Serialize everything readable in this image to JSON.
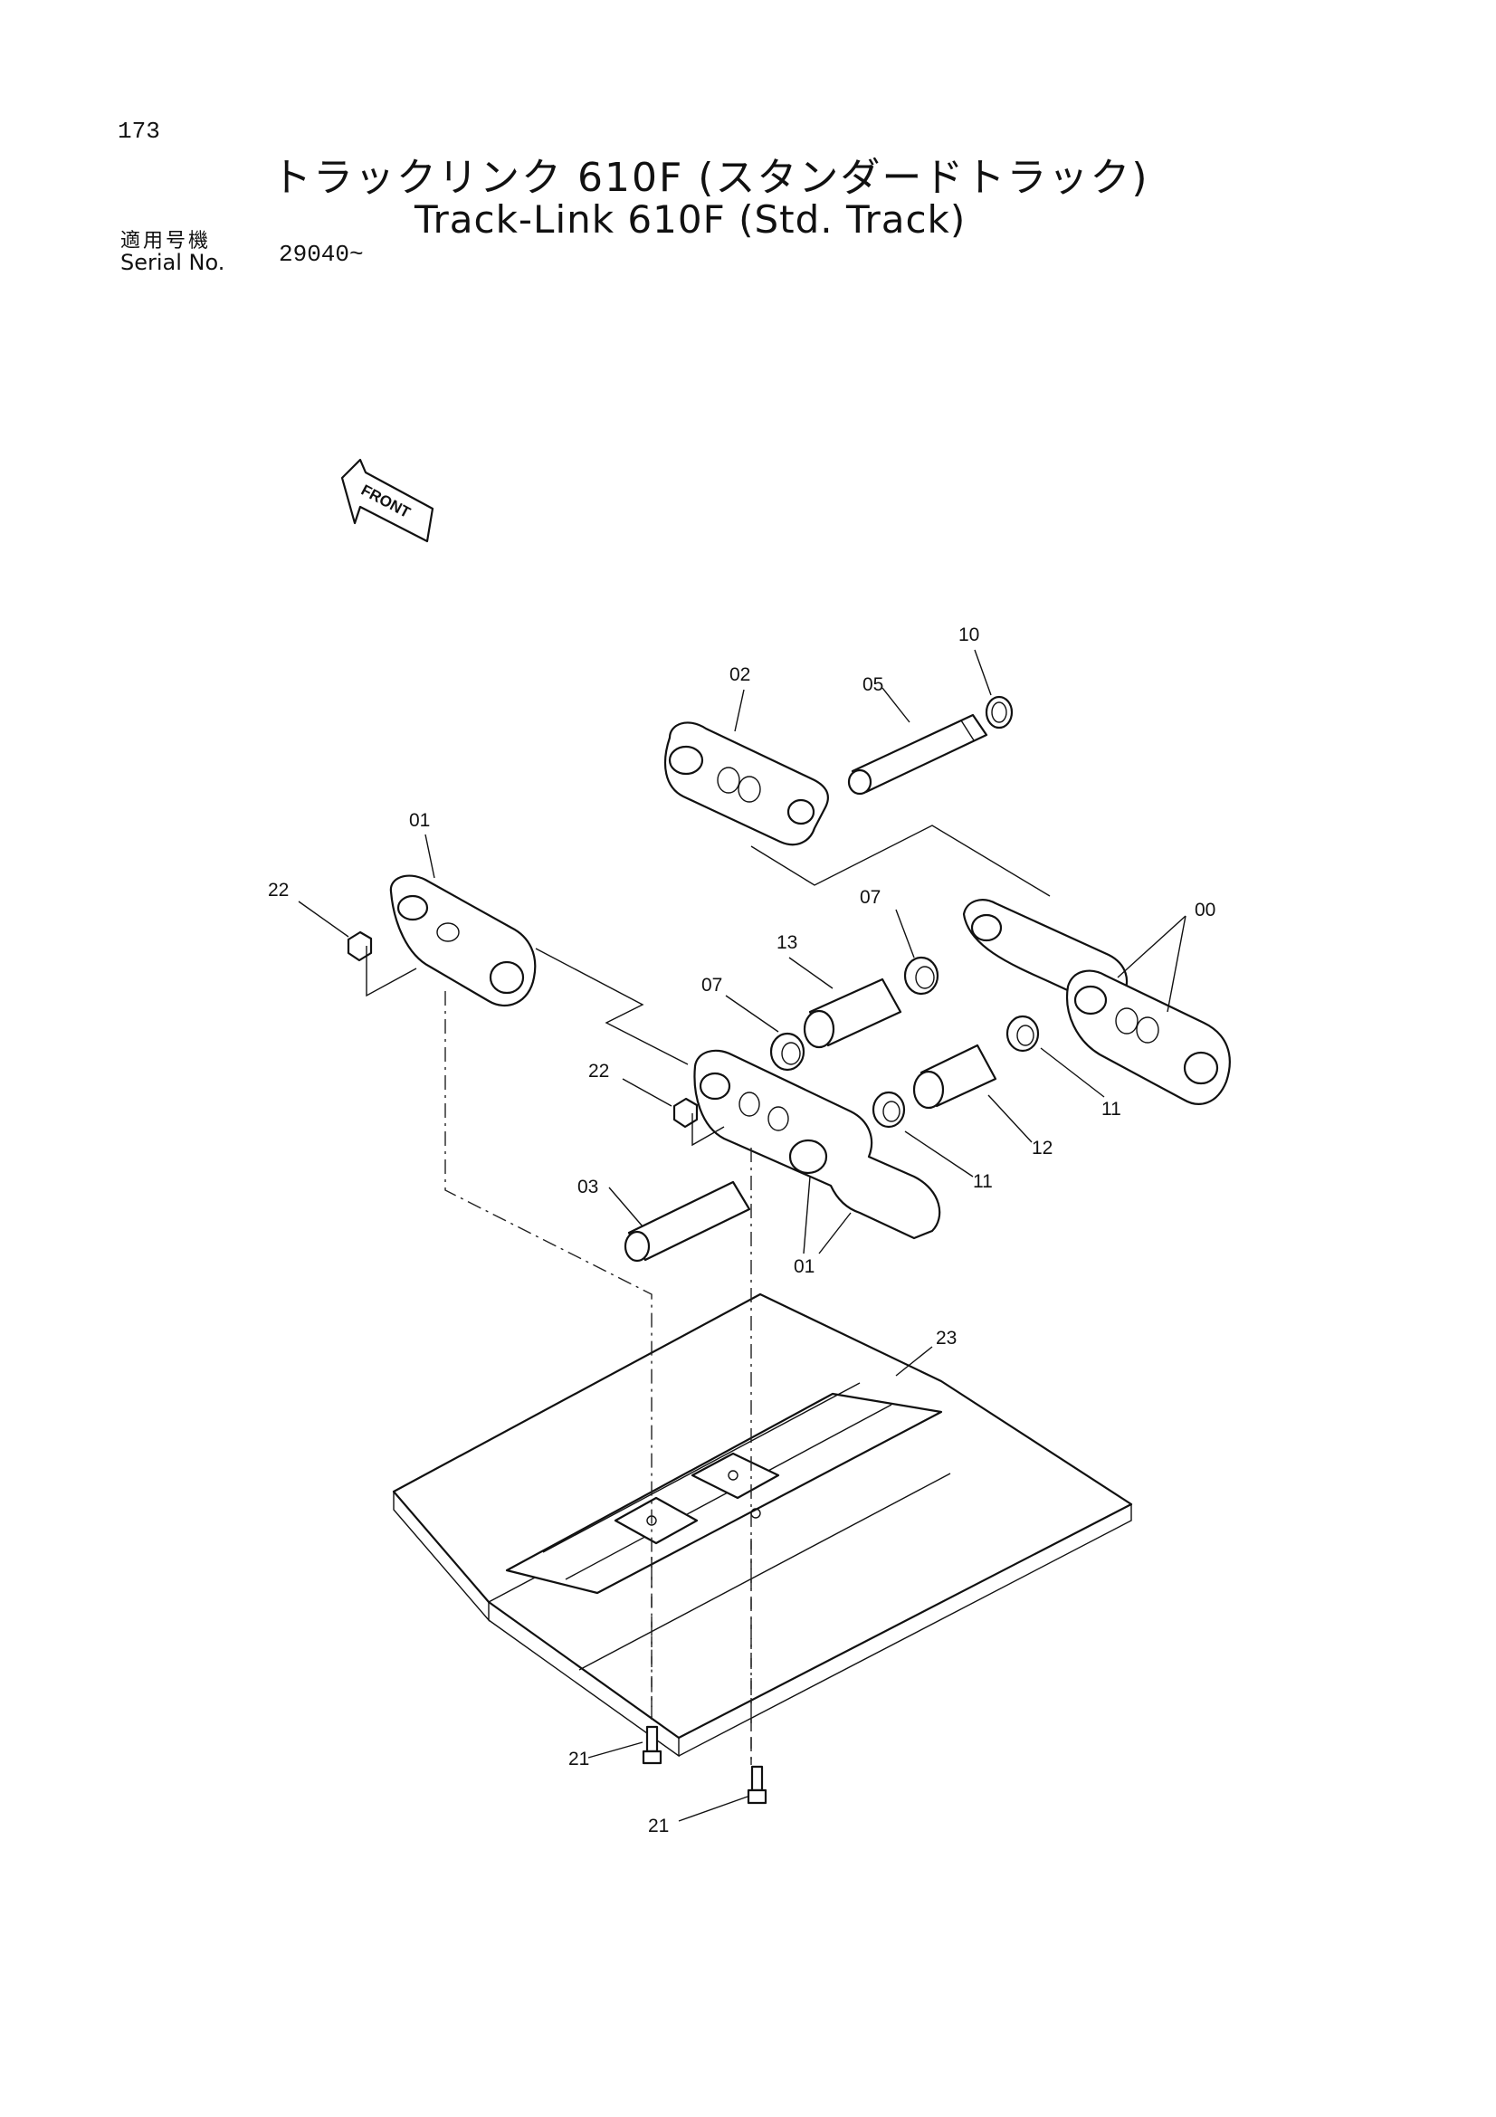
{
  "page": {
    "number": "173"
  },
  "header": {
    "title_jp": "トラックリンク 610F (スタンダードトラック)",
    "title_en": "Track-Link 610F (Std. Track)",
    "serial_label_jp": "適用号機",
    "serial_label_en": "Serial No.",
    "serial_value": "29040~"
  },
  "diagram": {
    "front_label": "FRONT",
    "callouts": {
      "c00": "00",
      "c01a": "01",
      "c01b": "01",
      "c02": "02",
      "c03": "03",
      "c05": "05",
      "c07a": "07",
      "c07b": "07",
      "c10": "10",
      "c11a": "11",
      "c11b": "11",
      "c12": "12",
      "c13": "13",
      "c21a": "21",
      "c21b": "21",
      "c22a": "22",
      "c22b": "22",
      "c23": "23"
    }
  }
}
